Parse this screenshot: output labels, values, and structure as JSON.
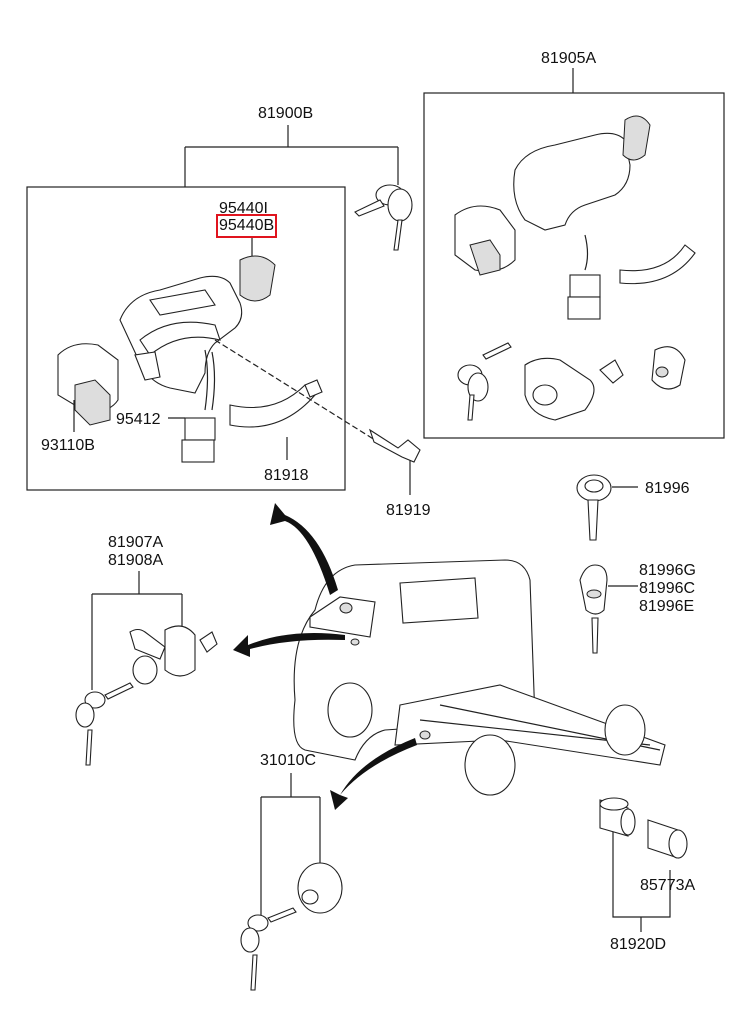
{
  "diagram": {
    "title": "Ignition Lock & Key Set Parts Diagram",
    "highlight_color": "#e0141e",
    "labels": {
      "ignition_set": "81900B",
      "ignition_set_alt": "81905A",
      "lock_body_1": "95440I",
      "lock_body_2": "95440B",
      "illumination": "93110B",
      "connector": "95412",
      "bracket": "81918",
      "bolt": "81919",
      "key_blank": "81996",
      "key_remote_g": "81996G",
      "key_remote_c": "81996C",
      "key_remote_e": "81996E",
      "door_lock_1": "81907A",
      "door_lock_2": "81908A",
      "fuel_cap": "31010C",
      "cylinder": "85773A",
      "cylinder_set": "81920D"
    },
    "highlighted_part": "95440B"
  }
}
